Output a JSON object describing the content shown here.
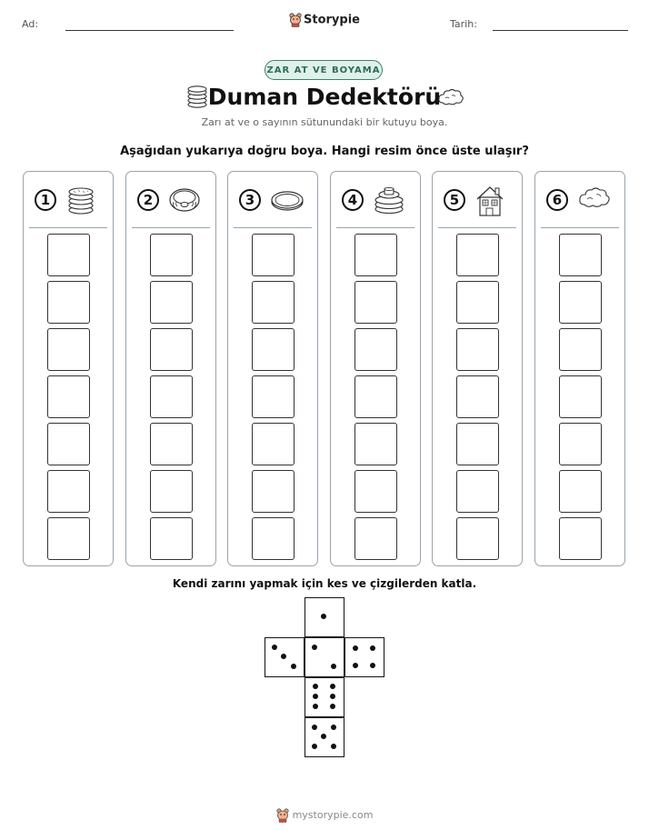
{
  "header": {
    "name_label": "Ad:",
    "date_label": "Tarih:",
    "brand": "Storypie"
  },
  "badge": "ZAR AT VE BOYAMA",
  "title": "Duman Dedektörü",
  "subtitle": "Zarı at ve o sayının sütunundaki bir kutuyu boya.",
  "instruction": "Aşağıdan yukarıya doğru boya. Hangi resim önce üste ulaşır?",
  "columns": [
    {
      "number": "1",
      "icon": "stacked-coins-icon"
    },
    {
      "number": "2",
      "icon": "smoke-detector-icon"
    },
    {
      "number": "3",
      "icon": "coin-icon"
    },
    {
      "number": "4",
      "icon": "battery-stack-icon"
    },
    {
      "number": "5",
      "icon": "house-icon"
    },
    {
      "number": "6",
      "icon": "smoke-cloud-icon"
    }
  ],
  "boxes_per_column": 7,
  "fold_instruction": "Kendi zarını yapmak için kes ve çizgilerden katla.",
  "footer": "mystorypie.com",
  "colors": {
    "badge_border": "#3d7f6c",
    "badge_bg": "#dff1ea",
    "column_border": "#9aa3ad"
  }
}
